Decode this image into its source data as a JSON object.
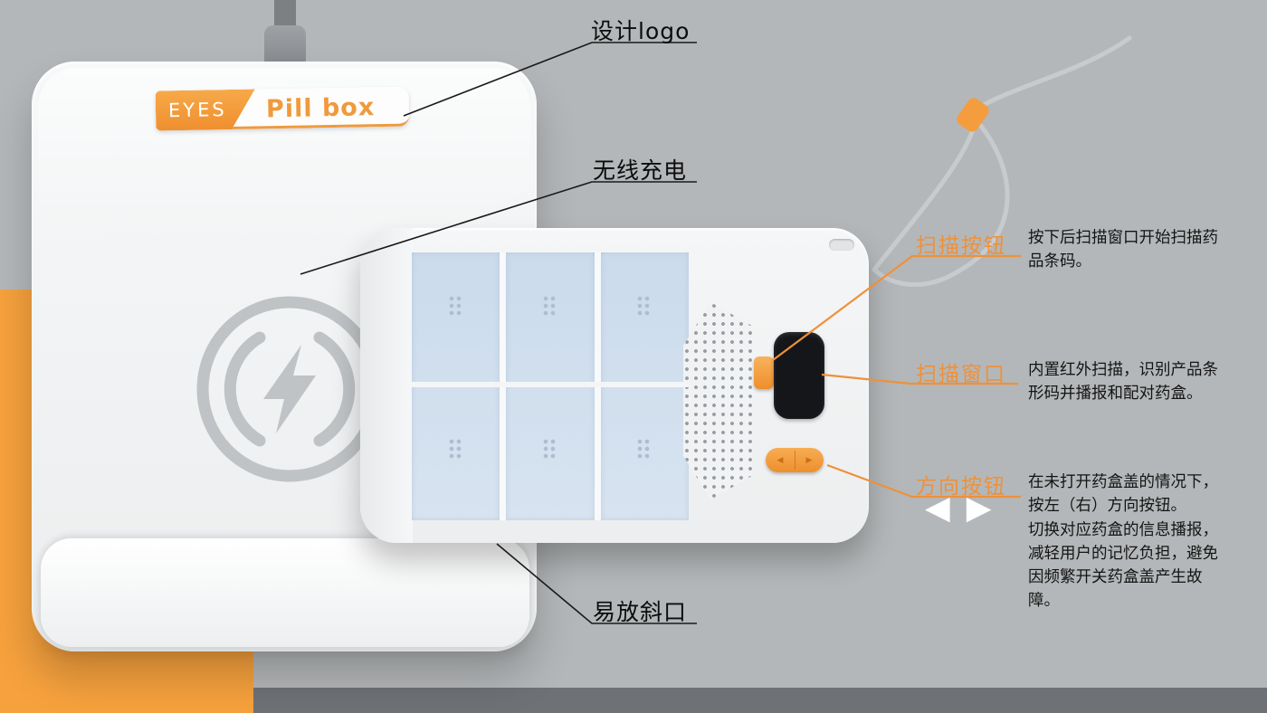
{
  "logo": {
    "brand": "EYES",
    "product": "Pill box"
  },
  "callouts": {
    "design_logo": {
      "label": "设计logo"
    },
    "wireless_charging": {
      "label": "无线充电"
    },
    "easy_slot": {
      "label": "易放斜口"
    },
    "scan_button": {
      "label": "扫描按钮",
      "description": "按下后扫描窗口开始扫描药品条码。"
    },
    "scan_window": {
      "label": "扫描窗口",
      "description": "内置红外扫描，识别产品条形码并播报和配对药盒。"
    },
    "direction_button": {
      "label": "方向按钮",
      "description": "在未打开药盒盖的情况下，按左（右）方向按钮。\n切换对应药盒的信息播报，减轻用户的记忆负担，避免因频繁开关药盒盖产生故障。"
    }
  },
  "glyphs": {
    "left_arrow": "◀",
    "right_arrow": "▶"
  },
  "colors": {
    "background": "#b4b7b9",
    "orange_block": "#f6a13d",
    "accent_orange": "#ee913a",
    "bottom_bar": "#6e7276",
    "device_white": "#f4f5f6",
    "compartment_blue": "#cfdeee",
    "scan_window_black": "#141619",
    "annotation_text": "#0c0c0c"
  }
}
